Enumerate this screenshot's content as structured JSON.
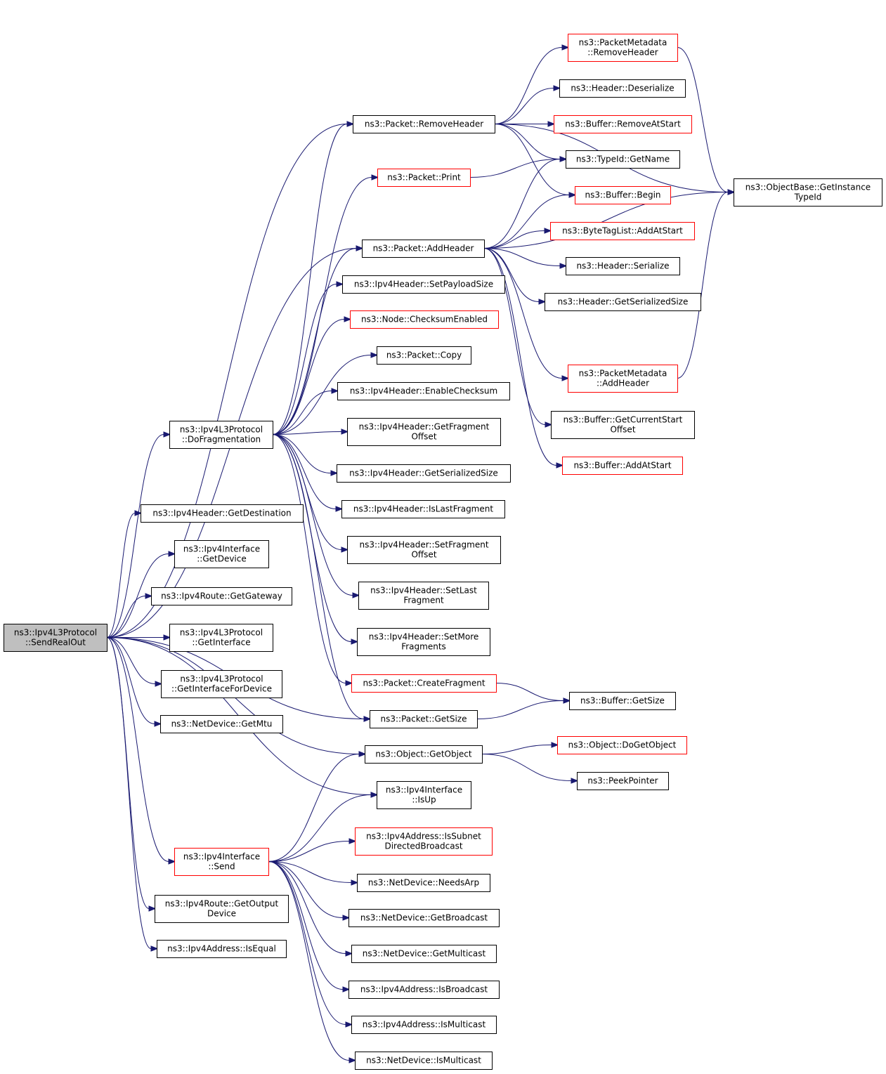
{
  "nodes": {
    "send_real_out": {
      "lines": [
        "ns3::Ipv4L3Protocol",
        "::SendRealOut"
      ],
      "root": true
    },
    "do_fragmentation": {
      "lines": [
        "ns3::Ipv4L3Protocol",
        "::DoFragmentation"
      ]
    },
    "get_destination": {
      "lines": [
        "ns3::Ipv4Header::GetDestination"
      ]
    },
    "iface_get_device": {
      "lines": [
        "ns3::Ipv4Interface",
        "::GetDevice"
      ]
    },
    "route_get_gateway": {
      "lines": [
        "ns3::Ipv4Route::GetGateway"
      ]
    },
    "l3_get_interface": {
      "lines": [
        "ns3::Ipv4L3Protocol",
        "::GetInterface"
      ]
    },
    "l3_get_iface_for_device": {
      "lines": [
        "ns3::Ipv4L3Protocol",
        "::GetInterfaceForDevice"
      ]
    },
    "netdev_get_mtu": {
      "lines": [
        "ns3::NetDevice::GetMtu"
      ]
    },
    "iface_send": {
      "lines": [
        "ns3::Ipv4Interface",
        "::Send"
      ],
      "red": true
    },
    "route_get_output_device": {
      "lines": [
        "ns3::Ipv4Route::GetOutput",
        "Device"
      ]
    },
    "addr_is_equal": {
      "lines": [
        "ns3::Ipv4Address::IsEqual"
      ]
    },
    "packet_remove_header": {
      "lines": [
        "ns3::Packet::RemoveHeader"
      ]
    },
    "packet_print": {
      "lines": [
        "ns3::Packet::Print"
      ],
      "red": true
    },
    "packet_add_header": {
      "lines": [
        "ns3::Packet::AddHeader"
      ]
    },
    "hdr_set_payload_size": {
      "lines": [
        "ns3::Ipv4Header::SetPayloadSize"
      ]
    },
    "node_checksum_enabled": {
      "lines": [
        "ns3::Node::ChecksumEnabled"
      ],
      "red": true
    },
    "packet_copy": {
      "lines": [
        "ns3::Packet::Copy"
      ]
    },
    "hdr_enable_checksum": {
      "lines": [
        "ns3::Ipv4Header::EnableChecksum"
      ]
    },
    "hdr_get_fragment_offset": {
      "lines": [
        "ns3::Ipv4Header::GetFragment",
        "Offset"
      ]
    },
    "hdr_get_serialized_size": {
      "lines": [
        "ns3::Ipv4Header::GetSerializedSize"
      ]
    },
    "hdr_is_last_fragment": {
      "lines": [
        "ns3::Ipv4Header::IsLastFragment"
      ]
    },
    "hdr_set_fragment_offset": {
      "lines": [
        "ns3::Ipv4Header::SetFragment",
        "Offset"
      ]
    },
    "hdr_set_last_fragment": {
      "lines": [
        "ns3::Ipv4Header::SetLast",
        "Fragment"
      ]
    },
    "hdr_set_more_fragments": {
      "lines": [
        "ns3::Ipv4Header::SetMore",
        "Fragments"
      ]
    },
    "packet_create_fragment": {
      "lines": [
        "ns3::Packet::CreateFragment"
      ],
      "red": true
    },
    "packet_get_size": {
      "lines": [
        "ns3::Packet::GetSize"
      ]
    },
    "object_get_object": {
      "lines": [
        "ns3::Object::GetObject"
      ]
    },
    "iface_is_up": {
      "lines": [
        "ns3::Ipv4Interface",
        "::IsUp"
      ]
    },
    "addr_is_subnet_directed_broadcast": {
      "lines": [
        "ns3::Ipv4Address::IsSubnet",
        "DirectedBroadcast"
      ],
      "red": true
    },
    "netdev_needs_arp": {
      "lines": [
        "ns3::NetDevice::NeedsArp"
      ]
    },
    "netdev_get_broadcast": {
      "lines": [
        "ns3::NetDevice::GetBroadcast"
      ]
    },
    "netdev_get_multicast": {
      "lines": [
        "ns3::NetDevice::GetMulticast"
      ]
    },
    "addr_is_broadcast": {
      "lines": [
        "ns3::Ipv4Address::IsBroadcast"
      ]
    },
    "addr_is_multicast": {
      "lines": [
        "ns3::Ipv4Address::IsMulticast"
      ]
    },
    "netdev_is_multicast": {
      "lines": [
        "ns3::NetDevice::IsMulticast"
      ]
    },
    "meta_remove_header": {
      "lines": [
        "ns3::PacketMetadata",
        "::RemoveHeader"
      ],
      "red": true
    },
    "header_deserialize": {
      "lines": [
        "ns3::Header::Deserialize"
      ]
    },
    "buffer_remove_at_start": {
      "lines": [
        "ns3::Buffer::RemoveAtStart"
      ],
      "red": true
    },
    "typeid_get_name": {
      "lines": [
        "ns3::TypeId::GetName"
      ]
    },
    "buffer_begin": {
      "lines": [
        "ns3::Buffer::Begin"
      ],
      "red": true
    },
    "bytetaglist_add_at_start": {
      "lines": [
        "ns3::ByteTagList::AddAtStart"
      ],
      "red": true
    },
    "header_serialize": {
      "lines": [
        "ns3::Header::Serialize"
      ]
    },
    "header_get_serialized_size": {
      "lines": [
        "ns3::Header::GetSerializedSize"
      ]
    },
    "meta_add_header": {
      "lines": [
        "ns3::PacketMetadata",
        "::AddHeader"
      ],
      "red": true
    },
    "buffer_get_current_start_offset": {
      "lines": [
        "ns3::Buffer::GetCurrentStart",
        "Offset"
      ]
    },
    "buffer_add_at_start": {
      "lines": [
        "ns3::Buffer::AddAtStart"
      ],
      "red": true
    },
    "objectbase_get_instance_typeid": {
      "lines": [
        "ns3::ObjectBase::GetInstance",
        "TypeId"
      ]
    },
    "buffer_get_size": {
      "lines": [
        "ns3::Buffer::GetSize"
      ]
    },
    "object_do_get_object": {
      "lines": [
        "ns3::Object::DoGetObject"
      ],
      "red": true
    },
    "peek_pointer": {
      "lines": [
        "ns3::PeekPointer"
      ]
    }
  },
  "edges": [
    [
      "send_real_out",
      "do_fragmentation"
    ],
    [
      "send_real_out",
      "get_destination"
    ],
    [
      "send_real_out",
      "iface_get_device"
    ],
    [
      "send_real_out",
      "route_get_gateway"
    ],
    [
      "send_real_out",
      "l3_get_interface"
    ],
    [
      "send_real_out",
      "l3_get_iface_for_device"
    ],
    [
      "send_real_out",
      "netdev_get_mtu"
    ],
    [
      "send_real_out",
      "iface_send"
    ],
    [
      "send_real_out",
      "route_get_output_device"
    ],
    [
      "send_real_out",
      "addr_is_equal"
    ],
    [
      "send_real_out",
      "packet_remove_header"
    ],
    [
      "send_real_out",
      "packet_add_header"
    ],
    [
      "send_real_out",
      "packet_get_size"
    ],
    [
      "send_real_out",
      "object_get_object"
    ],
    [
      "send_real_out",
      "iface_is_up"
    ],
    [
      "do_fragmentation",
      "packet_remove_header"
    ],
    [
      "do_fragmentation",
      "packet_print"
    ],
    [
      "do_fragmentation",
      "packet_add_header"
    ],
    [
      "do_fragmentation",
      "hdr_set_payload_size"
    ],
    [
      "do_fragmentation",
      "node_checksum_enabled"
    ],
    [
      "do_fragmentation",
      "packet_copy"
    ],
    [
      "do_fragmentation",
      "hdr_enable_checksum"
    ],
    [
      "do_fragmentation",
      "hdr_get_fragment_offset"
    ],
    [
      "do_fragmentation",
      "hdr_get_serialized_size"
    ],
    [
      "do_fragmentation",
      "hdr_is_last_fragment"
    ],
    [
      "do_fragmentation",
      "hdr_set_fragment_offset"
    ],
    [
      "do_fragmentation",
      "hdr_set_last_fragment"
    ],
    [
      "do_fragmentation",
      "hdr_set_more_fragments"
    ],
    [
      "do_fragmentation",
      "packet_create_fragment"
    ],
    [
      "do_fragmentation",
      "packet_get_size"
    ],
    [
      "packet_remove_header",
      "meta_remove_header"
    ],
    [
      "packet_remove_header",
      "header_deserialize"
    ],
    [
      "packet_remove_header",
      "buffer_remove_at_start"
    ],
    [
      "packet_remove_header",
      "typeid_get_name"
    ],
    [
      "packet_remove_header",
      "buffer_begin"
    ],
    [
      "packet_remove_header",
      "objectbase_get_instance_typeid"
    ],
    [
      "packet_print",
      "typeid_get_name"
    ],
    [
      "packet_add_header",
      "typeid_get_name"
    ],
    [
      "packet_add_header",
      "buffer_begin"
    ],
    [
      "packet_add_header",
      "bytetaglist_add_at_start"
    ],
    [
      "packet_add_header",
      "header_serialize"
    ],
    [
      "packet_add_header",
      "header_get_serialized_size"
    ],
    [
      "packet_add_header",
      "objectbase_get_instance_typeid"
    ],
    [
      "packet_add_header",
      "meta_add_header"
    ],
    [
      "packet_add_header",
      "buffer_get_current_start_offset"
    ],
    [
      "packet_add_header",
      "buffer_add_at_start"
    ],
    [
      "meta_remove_header",
      "objectbase_get_instance_typeid"
    ],
    [
      "meta_add_header",
      "objectbase_get_instance_typeid"
    ],
    [
      "packet_create_fragment",
      "buffer_get_size"
    ],
    [
      "packet_get_size",
      "buffer_get_size"
    ],
    [
      "object_get_object",
      "object_do_get_object"
    ],
    [
      "object_get_object",
      "peek_pointer"
    ],
    [
      "iface_send",
      "object_get_object"
    ],
    [
      "iface_send",
      "iface_is_up"
    ],
    [
      "iface_send",
      "addr_is_subnet_directed_broadcast"
    ],
    [
      "iface_send",
      "netdev_needs_arp"
    ],
    [
      "iface_send",
      "netdev_get_broadcast"
    ],
    [
      "iface_send",
      "netdev_get_multicast"
    ],
    [
      "iface_send",
      "addr_is_broadcast"
    ],
    [
      "iface_send",
      "addr_is_multicast"
    ],
    [
      "iface_send",
      "netdev_is_multicast"
    ]
  ]
}
